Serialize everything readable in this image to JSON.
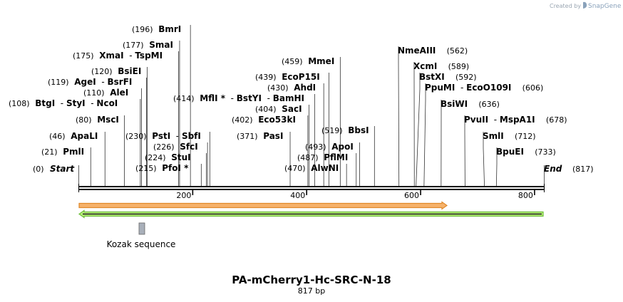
{
  "watermark": {
    "prefix": "Created by",
    "brand": "SnapGene"
  },
  "map": {
    "name": "PA-mCherry1-Hc-SRC-N-18",
    "length_label": "817 bp",
    "length": 817,
    "start_label": "Start",
    "start_pos": "(0)",
    "end_label": "End",
    "end_pos": "(817)",
    "ticks": [
      "200",
      "400",
      "600",
      "800"
    ]
  },
  "sites": [
    {
      "id": "pmli",
      "name": "PmlI",
      "pos": "(21)",
      "bp": 21
    },
    {
      "id": "apali",
      "name": "ApaLI",
      "pos": "(46)",
      "bp": 46
    },
    {
      "id": "msci",
      "name": "MscI",
      "pos": "(80)",
      "bp": 80
    },
    {
      "id": "btgi",
      "name": "BtgI",
      "pos": "(108)",
      "bp": 108,
      "extra": [
        "StyI",
        "NcoI"
      ]
    },
    {
      "id": "alei",
      "name": "AleI",
      "pos": "(110)",
      "bp": 110
    },
    {
      "id": "agei",
      "name": "AgeI",
      "pos": "(119)",
      "bp": 119,
      "extra": [
        "BsrFI"
      ]
    },
    {
      "id": "bsiei",
      "name": "BsiEI",
      "pos": "(120)",
      "bp": 120
    },
    {
      "id": "xmai",
      "name": "XmaI",
      "pos": "(175)",
      "bp": 175,
      "extra": [
        "TspMI"
      ]
    },
    {
      "id": "smai",
      "name": "SmaI",
      "pos": "(177)",
      "bp": 177
    },
    {
      "id": "bmri",
      "name": "BmrI",
      "pos": "(196)",
      "bp": 196
    },
    {
      "id": "pfoi",
      "name": "PfoI",
      "pos": "(215)",
      "bp": 215,
      "star": "*"
    },
    {
      "id": "stui",
      "name": "StuI",
      "pos": "(224)",
      "bp": 224
    },
    {
      "id": "sfci",
      "name": "SfcI",
      "pos": "(226)",
      "bp": 226
    },
    {
      "id": "psti",
      "name": "PstI",
      "pos": "(230)",
      "bp": 230,
      "extra": [
        "SbfI"
      ]
    },
    {
      "id": "mfli",
      "name": "MflI",
      "pos": "(414)",
      "bp": 414,
      "star": "*",
      "extra": [
        "BstYI",
        "BamHI"
      ]
    },
    {
      "id": "pasi",
      "name": "PasI",
      "pos": "(371)",
      "bp": 371
    },
    {
      "id": "eco53ki",
      "name": "Eco53kI",
      "pos": "(402)",
      "bp": 402
    },
    {
      "id": "saci",
      "name": "SacI",
      "pos": "(404)",
      "bp": 404
    },
    {
      "id": "ahdi",
      "name": "AhdI",
      "pos": "(430)",
      "bp": 430
    },
    {
      "id": "ecop15i",
      "name": "EcoP15I",
      "pos": "(439)",
      "bp": 439
    },
    {
      "id": "mmei",
      "name": "MmeI",
      "pos": "(459)",
      "bp": 459
    },
    {
      "id": "alwni",
      "name": "AlwNI",
      "pos": "(470)",
      "bp": 470
    },
    {
      "id": "pflmi",
      "name": "PflMI",
      "pos": "(487)",
      "bp": 487
    },
    {
      "id": "apoi",
      "name": "ApoI",
      "pos": "(493)",
      "bp": 493
    },
    {
      "id": "bbsi",
      "name": "BbsI",
      "pos": "(519)",
      "bp": 519
    },
    {
      "id": "nmeaiii",
      "name": "NmeAIII",
      "pos": "(562)",
      "bp": 562
    },
    {
      "id": "xcmi",
      "name": "XcmI",
      "pos": "(589)",
      "bp": 589
    },
    {
      "id": "bstxi",
      "name": "BstXI",
      "pos": "(592)",
      "bp": 592
    },
    {
      "id": "ppumi",
      "name": "PpuMI",
      "pos": "(606)",
      "bp": 606,
      "extra": [
        "EcoO109I"
      ]
    },
    {
      "id": "bsiwi",
      "name": "BsiWI",
      "pos": "(636)",
      "bp": 636
    },
    {
      "id": "pvuii",
      "name": "PvuII",
      "pos": "(678)",
      "bp": 678,
      "extra": [
        "MspA1I"
      ]
    },
    {
      "id": "smli",
      "name": "SmlI",
      "pos": "(712)",
      "bp": 712
    },
    {
      "id": "bpuei",
      "name": "BpuEI",
      "pos": "(733)",
      "bp": 733
    }
  ],
  "features": [
    {
      "id": "kozak",
      "name": "Kozak sequence",
      "color": "#a9b0ba"
    }
  ],
  "colors": {
    "orange_arrow": "#f6b26b",
    "orange_border": "#e08a2c",
    "green_arrow": "#b9f07a",
    "green_border": "#6dbf3a",
    "backbone": "#000000"
  }
}
